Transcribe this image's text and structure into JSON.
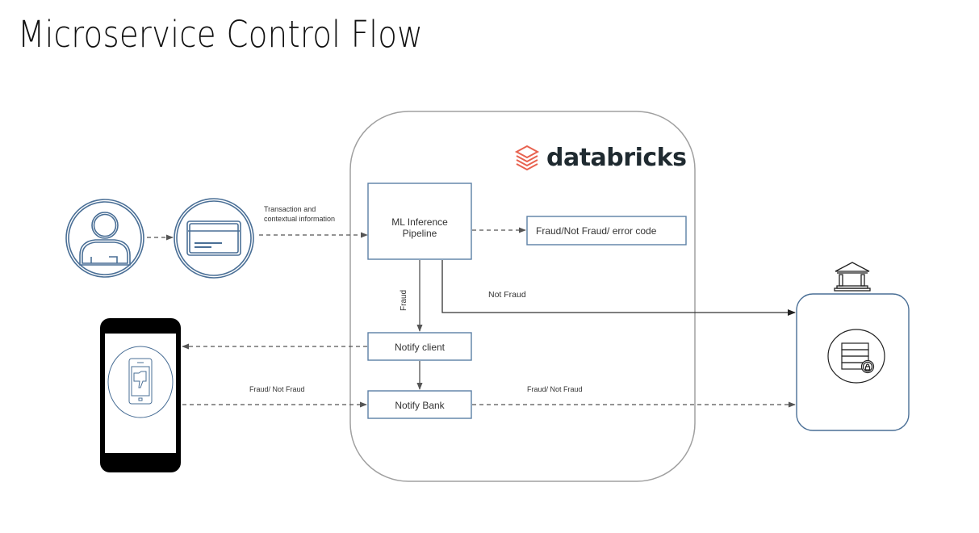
{
  "title": "Microservice Control Flow",
  "platform": {
    "logo_text": "databricks",
    "logo_icon": "databricks-stack-icon",
    "colors": {
      "logo_icon": "#e8624f",
      "logo_text": "#1f2a30"
    }
  },
  "actors": {
    "user": {
      "icon": "user-icon"
    },
    "card": {
      "icon": "credit-card-icon"
    },
    "client_phone": {
      "icon": "phone-thumbs-down-icon"
    },
    "bank": {
      "icon": "bank-building-icon",
      "storage_icon": "secure-database-icon"
    }
  },
  "nodes": {
    "ml_pipeline": {
      "line1": "ML Inference",
      "line2": "Pipeline"
    },
    "result": {
      "label": "Fraud/Not Fraud/ error code"
    },
    "notify_client": {
      "label": "Notify client"
    },
    "notify_bank": {
      "label": "Notify Bank"
    }
  },
  "edges": {
    "transaction": {
      "line1": "Transaction and",
      "line2": "contextual information"
    },
    "fraud": {
      "label": "Fraud"
    },
    "not_fraud": {
      "label": "Not Fraud"
    },
    "client_response": {
      "label": "Fraud/ Not Fraud"
    },
    "bank_response": {
      "label": "Fraud/ Not Fraud"
    }
  },
  "colors": {
    "box_border": "#5b7fa6",
    "icon_stroke": "#4a6f96",
    "arrow": "#555555",
    "container_border": "#9a9a9a"
  }
}
